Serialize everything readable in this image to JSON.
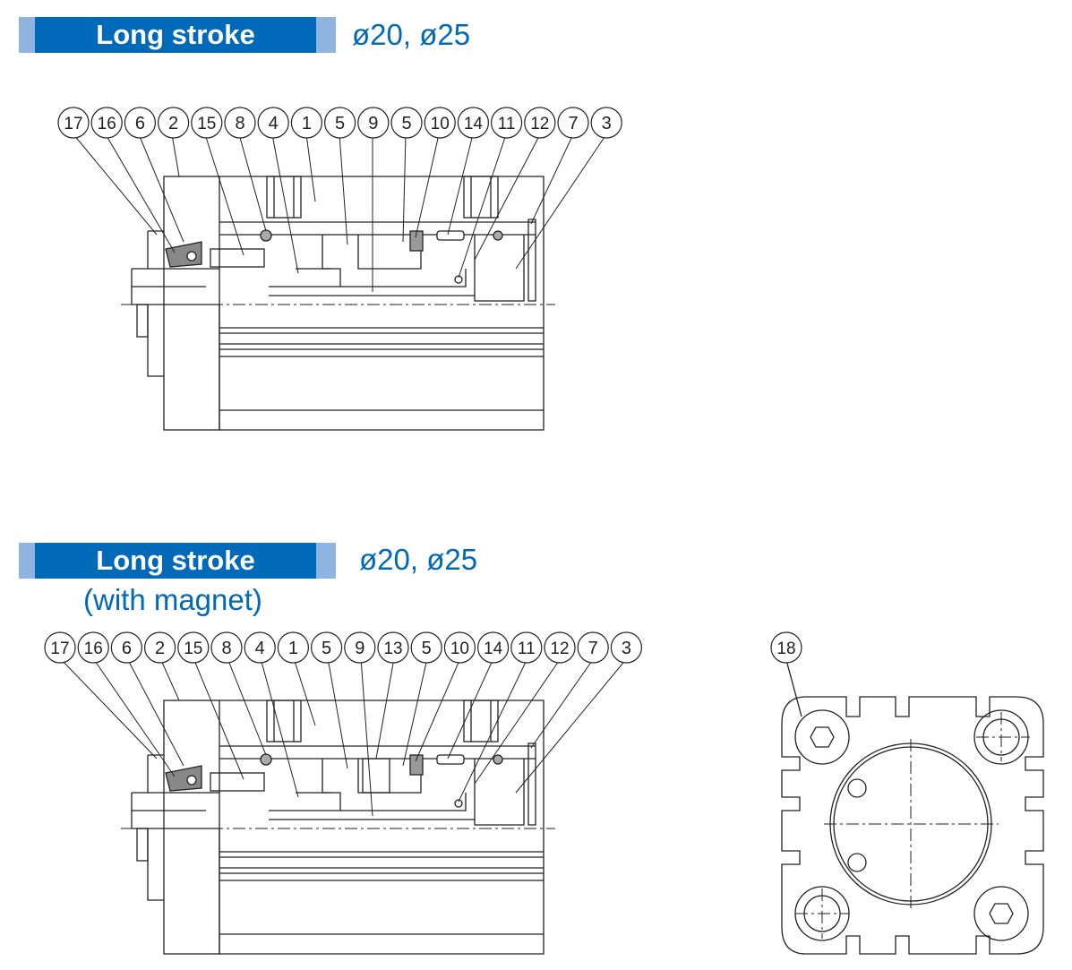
{
  "section1": {
    "title": "Long stroke",
    "size": "ø20, ø25",
    "balloons": [
      "17",
      "16",
      "6",
      "2",
      "15",
      "8",
      "4",
      "1",
      "5",
      "9",
      "5",
      "10",
      "14",
      "11",
      "12",
      "7",
      "3"
    ]
  },
  "section2": {
    "title": "Long stroke",
    "subtitle": "(with magnet)",
    "size": "ø20, ø25",
    "balloons": [
      "17",
      "16",
      "6",
      "2",
      "15",
      "8",
      "4",
      "1",
      "5",
      "9",
      "13",
      "5",
      "10",
      "14",
      "11",
      "12",
      "7",
      "3"
    ]
  },
  "endview": {
    "balloons": [
      "18"
    ]
  },
  "colors": {
    "brand_blue": "#0069b8",
    "accent_light": "#8fb4e0",
    "line": "#222222"
  }
}
